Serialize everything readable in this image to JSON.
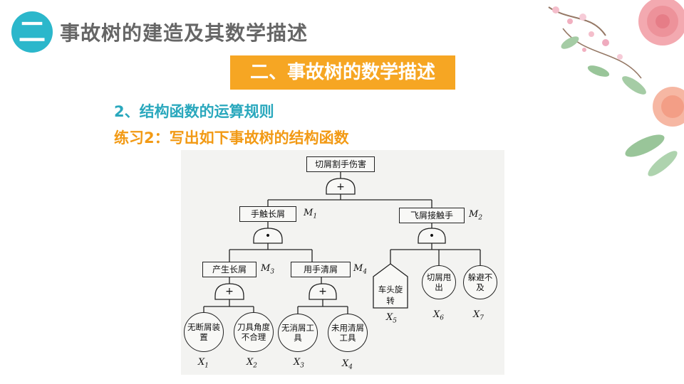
{
  "header": {
    "badge": "二",
    "title": "事故树的建造及其数学描述"
  },
  "section": {
    "label": "二、事故树的数学描述"
  },
  "rule": {
    "title": "2、结构函数的运算规则"
  },
  "exercise": {
    "text": "练习2：写出如下事故树的结构函数"
  },
  "tree": {
    "top_event": "切屑割手伤害",
    "top_gate": "+",
    "m1": {
      "text": "手触长屑",
      "label": "M1"
    },
    "m1_gate": "•",
    "m2": {
      "text": "飞屑接触手",
      "label": "M2"
    },
    "m3": {
      "text": "产生长屑",
      "label": "M3"
    },
    "m3_gate": "+",
    "m4": {
      "text": "用手清屑",
      "label": "M4"
    },
    "m4_gate": "+",
    "x1": {
      "text": "无断屑装置",
      "label": "X1"
    },
    "x2": {
      "text": "刀具角度不合理",
      "label": "X2"
    },
    "x3": {
      "text": "无消屑工具",
      "label": "X3"
    },
    "x4": {
      "text": "未用清屑工具",
      "label": "X4"
    },
    "x5": {
      "text": "车头旋转",
      "label": "X5"
    },
    "x6": {
      "text": "切屑甩出",
      "label": "X6"
    },
    "x7": {
      "text": "躲避不及",
      "label": "X7"
    }
  },
  "colors": {
    "accent_teal": "#2bb7cb",
    "accent_orange": "#f6a623"
  }
}
